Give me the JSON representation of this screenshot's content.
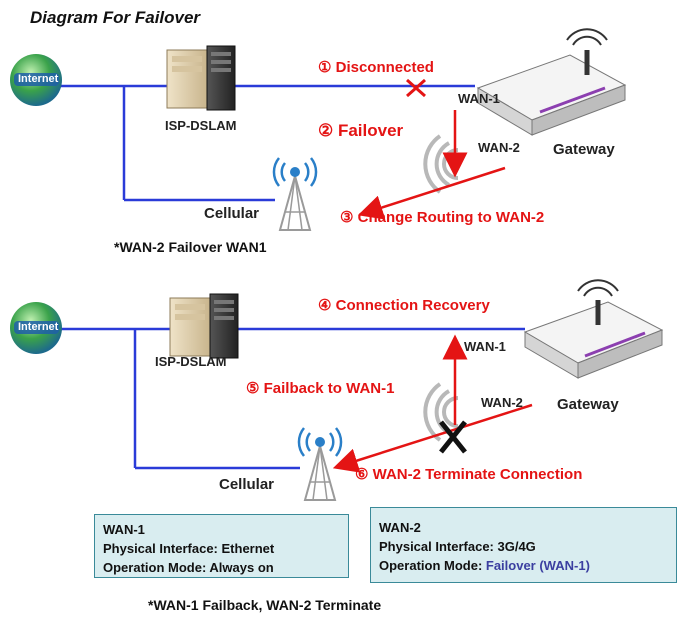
{
  "title": "Diagram For Failover",
  "colors": {
    "line_blue": "#2a3bd8",
    "arrow_red": "#e41414",
    "box_bg": "#d9edf0",
    "box_border": "#3a8a99",
    "mode_blue": "#3b3fa0"
  },
  "top": {
    "internet": "Internet",
    "dslam": "ISP-DSLAM",
    "step1": "① Disconnected",
    "step2": "② Failover",
    "step3": "③ Change Routing to WAN-2",
    "wan1": "WAN-1",
    "wan2": "WAN-2",
    "gateway": "Gateway",
    "cellular": "Cellular",
    "caption": "*WAN-2 Failover WAN1"
  },
  "bottom": {
    "internet": "Internet",
    "dslam": "ISP-DSLAM",
    "step4": "④ Connection Recovery",
    "step5": "⑤ Failback to WAN-1",
    "step6": "⑥ WAN-2 Terminate Connection",
    "wan1": "WAN-1",
    "wan2": "WAN-2",
    "gateway": "Gateway",
    "cellular": "Cellular",
    "caption": "*WAN-1 Failback, WAN-2 Terminate"
  },
  "box_wan1": {
    "name": "WAN-1",
    "interface": "Physical Interface: Ethernet",
    "mode": "Operation Mode: Always on"
  },
  "box_wan2": {
    "name": "WAN-2",
    "interface": "Physical Interface: 3G/4G",
    "mode_prefix": "Operation Mode: ",
    "mode_value": "Failover  (WAN-1)"
  }
}
